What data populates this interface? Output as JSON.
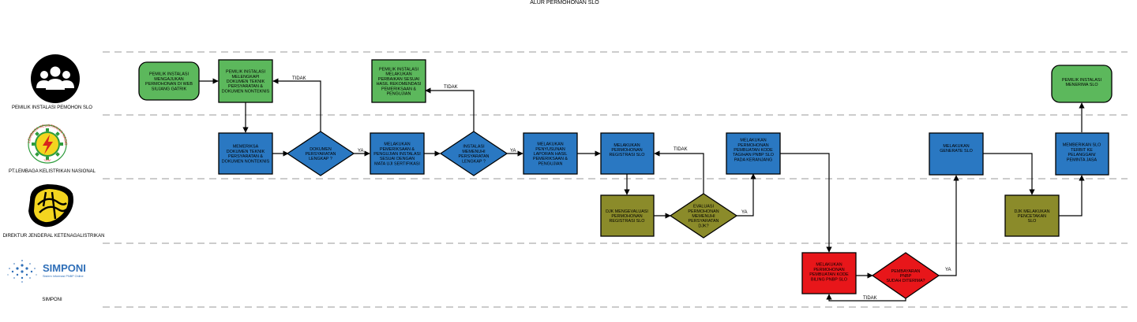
{
  "title": "ALUR PERMOHONAN SLO",
  "lanes": [
    {
      "id": "pemohon",
      "label": "PEMILIK INSTALASI PEMOHON SLO",
      "icon": "people-group-icon"
    },
    {
      "id": "lembaga",
      "label": "PT.LEMBAGA KELISTRIKAN NASIONAL",
      "icon": "lkn-logo-icon",
      "logo_text": "LEMBAGA KELISTRIKAN NASIONAL",
      "logo_sub": "\"LKN\""
    },
    {
      "id": "djk",
      "label": "DIREKTUR JENDERAL KETENAGALISTRIKAN",
      "icon": "djk-emblem-icon"
    },
    {
      "id": "simponi",
      "label": "SIMPONI",
      "icon": "simponi-logo-icon",
      "logo_text": "SIMPONI",
      "logo_sub": "Sistem Informasi PNBP Online"
    }
  ],
  "colors": {
    "green": "#5cb85c",
    "blue": "#2a78c2",
    "olive": "#8b8b2a",
    "red": "#e8161a",
    "dash": "#9a9a9a",
    "logo_yellow": "#f3d51f",
    "logo_green": "#2e9c3c",
    "logo_red": "#d8261c",
    "simponi_blue": "#2f6fb8"
  },
  "nodes": [
    {
      "id": "n1",
      "shape": "terminal",
      "color": "green",
      "lines": [
        "PEMILIK INSTALASI",
        "MENGAJUKAN",
        "PERMOHONAN DI WEB",
        "SIUJANG GATRIK"
      ]
    },
    {
      "id": "n2",
      "shape": "rect",
      "color": "green",
      "lines": [
        "PEMILIK INSTALASI",
        "MELENGKAPI",
        "DOKUMEN TEKNIK",
        "PERSYARATAN &",
        "DOKUMEN NONTEKNIS"
      ]
    },
    {
      "id": "n3",
      "shape": "rect",
      "color": "blue",
      "lines": [
        "MEMERIKSA",
        "DOKUMEN TEKNIK",
        "PERSYARATAN &",
        "DOKUMEN NONTEKNIS"
      ]
    },
    {
      "id": "d1",
      "shape": "diamond",
      "color": "blue",
      "lines": [
        "DOKUMEN",
        "PERSYARATAN",
        "LENGKAP ?"
      ]
    },
    {
      "id": "n4",
      "shape": "rect",
      "color": "blue",
      "lines": [
        "MELAKUKAN",
        "PEMERIKSAAN &",
        "PENGUJIAN INSTALASI",
        "SESUAI DENGAN",
        "MATA UJI SERTIFIKASI"
      ]
    },
    {
      "id": "n5",
      "shape": "rect",
      "color": "green",
      "lines": [
        "PEMILIK INSTALASI",
        "MELAKUKAN",
        "PERBAIKAN SESUAI",
        "HASIL REKOMENDASI",
        "PEMERIKSAAN &",
        "PENGUJIAN"
      ]
    },
    {
      "id": "d2",
      "shape": "diamond",
      "color": "blue",
      "lines": [
        "INSTALASI",
        "MEMENUHI",
        "PERSYARATAN",
        "LENGKAP ?"
      ]
    },
    {
      "id": "n6",
      "shape": "rect",
      "color": "blue",
      "lines": [
        "MELAKUKAN",
        "PENYUSUNAN",
        "LAPORAN HASIL",
        "PEMERIKSAAN &",
        "PENGUJIAN"
      ]
    },
    {
      "id": "n7",
      "shape": "rect",
      "color": "blue",
      "lines": [
        "MELAKUKAN",
        "PERMOHONAN",
        "REGISTRASI SLO"
      ]
    },
    {
      "id": "n8",
      "shape": "rect",
      "color": "olive",
      "lines": [
        "DJK MENGEVALUASI",
        "PERMOHONAN",
        "REGISTRASI SLO"
      ]
    },
    {
      "id": "d3",
      "shape": "diamond",
      "color": "olive",
      "lines": [
        "EVALUASI",
        "PERMOHONAN",
        "MEMENUHI",
        "PERSYARATAN",
        "DJK?"
      ]
    },
    {
      "id": "n9",
      "shape": "rect",
      "color": "blue",
      "lines": [
        "MELAKUKAN",
        "PERMOHONAN",
        "PEMBUATAN KODE",
        "TAGIHAN PNBP SLO",
        "PADA KERANJANG"
      ]
    },
    {
      "id": "n10",
      "shape": "rect",
      "color": "red",
      "lines": [
        "MELAKUKAN",
        "PERMOHONAN",
        "PEMBUATAN KODE",
        "BILING PNBP SLO"
      ]
    },
    {
      "id": "d4",
      "shape": "diamond",
      "color": "red",
      "lines": [
        "PEMBAYARAN",
        "PNBP",
        "SUDAH DITERIMA?"
      ]
    },
    {
      "id": "n11",
      "shape": "rect",
      "color": "blue",
      "lines": [
        "MELAKUKAN",
        "GENERATE SLO"
      ]
    },
    {
      "id": "n12",
      "shape": "rect",
      "color": "olive",
      "lines": [
        "DJK MELAKUKAN",
        "PENCETAKAN",
        "SLO"
      ]
    },
    {
      "id": "n13",
      "shape": "rect",
      "color": "blue",
      "lines": [
        "MEMBERIKAN SLO",
        "TERBIT KE",
        "PELANGGAN/",
        "PEMINTA JASA"
      ]
    },
    {
      "id": "n14",
      "shape": "terminal",
      "color": "green",
      "lines": [
        "PEMILIK INSTALASI",
        "MENERIMA SLO"
      ]
    }
  ],
  "edge_labels": {
    "tidak": "TIDAK",
    "ya": "YA"
  }
}
